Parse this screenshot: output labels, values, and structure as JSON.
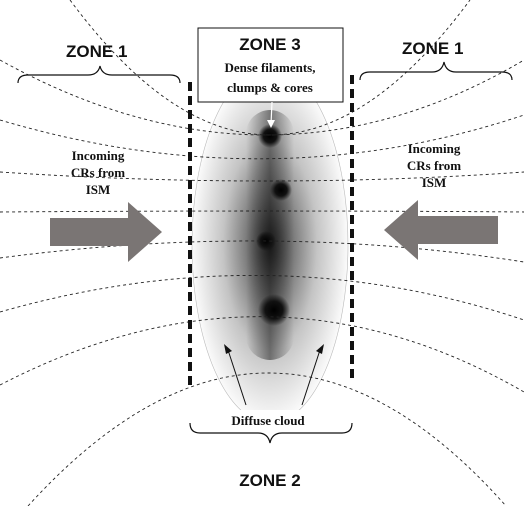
{
  "zones": {
    "zone1_left": "ZONE 1",
    "zone1_right": "ZONE 1",
    "zone2": "ZONE 2",
    "zone3": "ZONE 3"
  },
  "zone3_box": {
    "line1": "Dense filaments,",
    "line2": "clumps & cores"
  },
  "incoming_left": {
    "line1": "Incoming",
    "line2": "CRs from",
    "line3": "ISM"
  },
  "incoming_right": {
    "line1": "Incoming",
    "line2": "CRs from",
    "line3": "ISM"
  },
  "diffuse_label": "Diffuse cloud",
  "colors": {
    "arrow": "#7a7574",
    "field_line": "#222222",
    "boundary": "#111111"
  }
}
